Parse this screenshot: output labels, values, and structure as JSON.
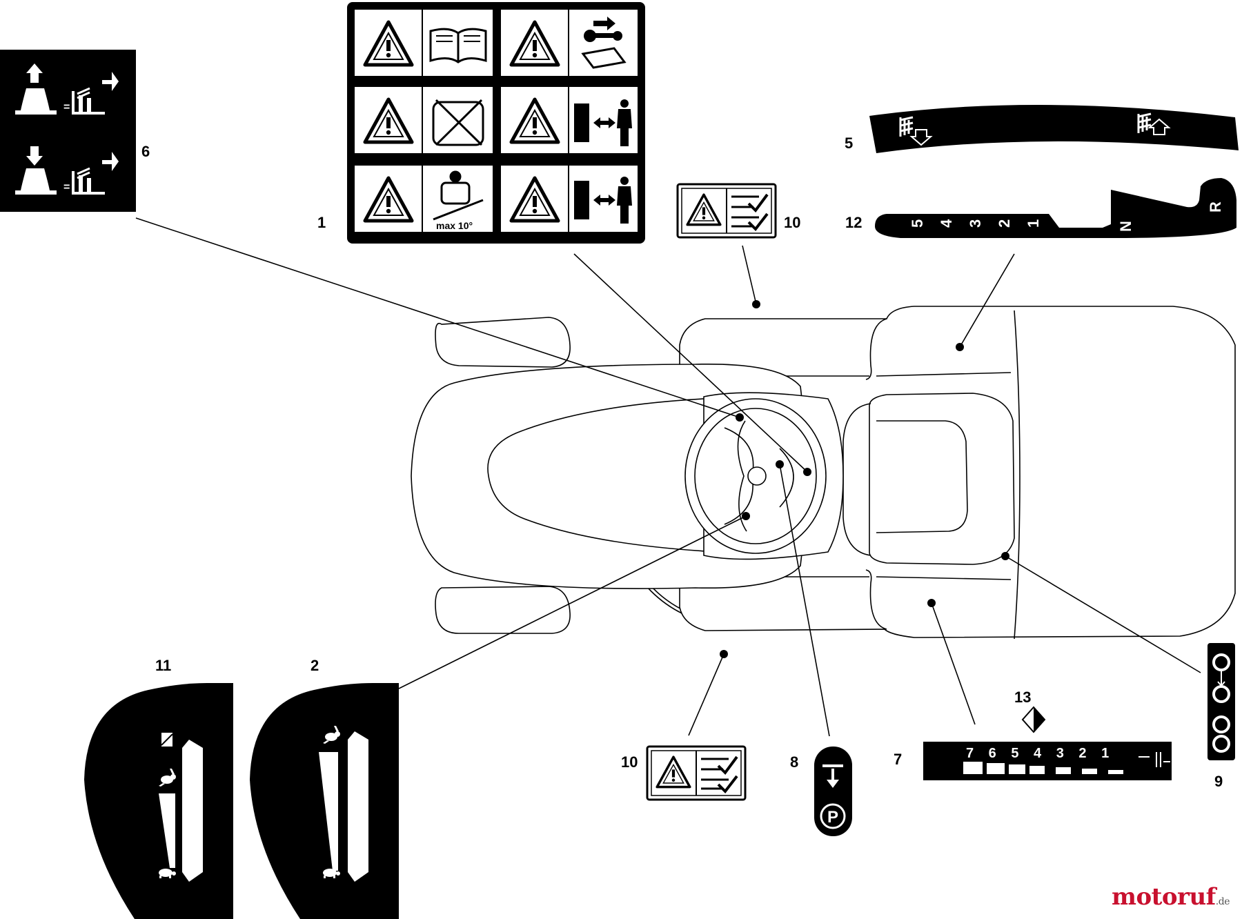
{
  "callouts": {
    "c1": "1",
    "c2": "2",
    "c5": "5",
    "c6": "6",
    "c7": "7",
    "c8": "8",
    "c9": "9",
    "c10a": "10",
    "c10b": "10",
    "c11": "11",
    "c12": "12",
    "c13": "13"
  },
  "decal_1": {
    "slope_text": "max 10°"
  },
  "decal_12": {
    "gears": [
      "5",
      "4",
      "3",
      "2",
      "1"
    ],
    "neutral": "N",
    "reverse": "R"
  },
  "decal_7": {
    "gears": "7 6 5 4 3 2 1"
  },
  "decal_8": {
    "park": "P"
  },
  "watermark": {
    "brand": "motoruf",
    "suffix": ".de"
  },
  "colors": {
    "ink": "#000000",
    "paper": "#ffffff",
    "brand_red": "#c8102e",
    "brand_blue": "#1f3f8f"
  },
  "icons": [
    "warning-triangle-icon",
    "manual-book-icon",
    "key-icon",
    "rabbit-icon",
    "turtle-icon",
    "person-icon",
    "deck-lift-icon",
    "park-brake-icon"
  ]
}
